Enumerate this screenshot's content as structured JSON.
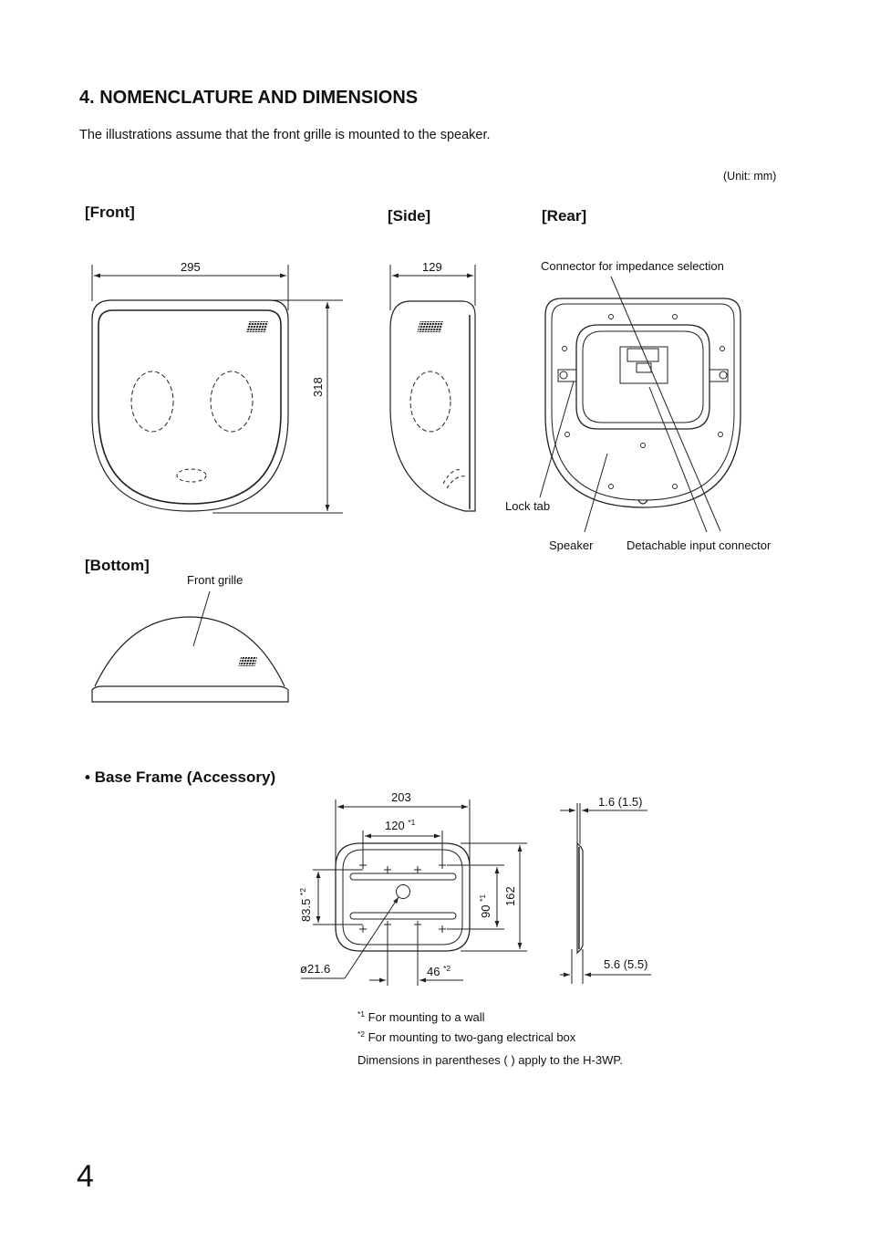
{
  "heading": "4. NOMENCLATURE AND DIMENSIONS",
  "intro": "The illustrations assume that the front grille is mounted to the speaker.",
  "unit": "(Unit: mm)",
  "views": {
    "front": "[Front]",
    "side": "[Side]",
    "rear": "[Rear]",
    "bottom": "[Bottom]"
  },
  "front_dims": {
    "width": "295",
    "height": "318"
  },
  "side_dims": {
    "depth": "129"
  },
  "rear_labels": {
    "connector": "Connector for impedance selection",
    "lock_tab": "Lock tab",
    "speaker": "Speaker",
    "input": "Detachable input connector"
  },
  "bottom_labels": {
    "grille": "Front grille"
  },
  "base_frame": {
    "bullet": "•",
    "title": "Base Frame (Accessory)",
    "dims": {
      "width": "203",
      "wall_pitch_h": "120",
      "wall_pitch_h_mark": "*1",
      "box_pitch_v": "83.5",
      "box_pitch_v_mark": "*2",
      "wall_pitch_v": "90",
      "wall_pitch_v_mark": "*1",
      "height": "162",
      "hole": "ø21.6",
      "box_pitch_h": "46",
      "box_pitch_h_mark": "*2",
      "thickness_top": "1.6 (1.5)",
      "thickness_bottom": "5.6 (5.5)"
    }
  },
  "notes": {
    "n1_mark": "*1",
    "n1": "For mounting to a wall",
    "n2_mark": "*2",
    "n2": "For mounting to two-gang electrical box",
    "n3": "Dimensions in parentheses (   ) apply to the H-3WP."
  },
  "page_number": "4"
}
